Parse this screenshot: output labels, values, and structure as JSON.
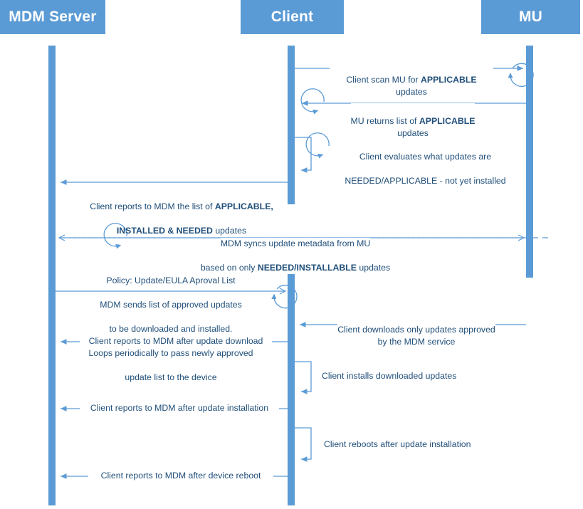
{
  "diagram": {
    "title": "MDM update management sequence",
    "colors": {
      "actor_fill": "#5B9BD5",
      "actor_text": "#FFFFFF",
      "line": "#5B9BD5",
      "message_text": "#1F4E79",
      "policy_text": "#FF0000"
    },
    "actors": [
      {
        "id": "mdm",
        "label": "MDM Server"
      },
      {
        "id": "client",
        "label": "Client"
      },
      {
        "id": "mu",
        "label": "MU"
      }
    ],
    "messages": [
      {
        "id": "m1",
        "from": "client",
        "to": "mu",
        "direction": "right",
        "style": "solid",
        "self_loop": true,
        "text_parts": [
          {
            "t": "Client scan MU for ",
            "bold": false
          },
          {
            "t": "APPLICABLE",
            "bold": true
          },
          {
            "t": " updates",
            "bold": false
          }
        ]
      },
      {
        "id": "m2",
        "from": "mu",
        "to": "client",
        "direction": "left",
        "style": "solid",
        "self_loop": true,
        "text_parts": [
          {
            "t": "MU returns list of ",
            "bold": false
          },
          {
            "t": "APPLICABLE",
            "bold": true
          },
          {
            "t": "\nupdates",
            "bold": false
          }
        ]
      },
      {
        "id": "m3",
        "from": "client",
        "to": "client",
        "direction": "self",
        "style": "solid",
        "self_loop": true,
        "text_parts": [
          {
            "t": "Client evaluates what updates are\nNEEDED/APPLICABLE - not yet installed",
            "bold": false
          }
        ]
      },
      {
        "id": "m4",
        "from": "client",
        "to": "mdm",
        "direction": "left",
        "style": "solid",
        "self_loop": false,
        "text_parts": [
          {
            "t": "Client reports to MDM the list of ",
            "bold": false
          },
          {
            "t": "APPLICABLE,\nINSTALLED & NEEDED",
            "bold": true
          },
          {
            "t": " updates",
            "bold": false
          }
        ]
      },
      {
        "id": "m5",
        "from": "mdm",
        "to": "mu",
        "direction": "both",
        "style": "dashed",
        "self_loop": true,
        "text_parts": [
          {
            "t": "MDM syncs update metadata from MU\nbased on only ",
            "bold": false
          },
          {
            "t": "NEEDED/INSTALLABLE",
            "bold": true
          },
          {
            "t": " updates",
            "bold": false
          }
        ]
      },
      {
        "id": "m6",
        "from": "mdm",
        "to": "client",
        "direction": "right",
        "style": "solid",
        "self_loop": true,
        "policy_label": "Policy: Update/EULA Aproval List",
        "text_parts": [
          {
            "t": "MDM sends list of approved updates\nto be downloaded and installed.\nLoops periodically to pass newly approved\nupdate list to the device",
            "bold": false
          }
        ]
      },
      {
        "id": "m7",
        "from": "mu",
        "to": "client",
        "direction": "left",
        "style": "solid",
        "self_loop": false,
        "text_parts": [
          {
            "t": "Client downloads only updates approved\nby the MDM service",
            "bold": false
          }
        ]
      },
      {
        "id": "m8",
        "from": "client",
        "to": "mdm",
        "direction": "left",
        "style": "solid",
        "self_loop": false,
        "text_parts": [
          {
            "t": "Client reports to MDM after update download",
            "bold": false
          }
        ]
      },
      {
        "id": "m9",
        "from": "client",
        "to": "client",
        "direction": "self",
        "style": "solid",
        "self_loop": false,
        "text_parts": [
          {
            "t": "Client installs downloaded updates",
            "bold": false
          }
        ]
      },
      {
        "id": "m10",
        "from": "client",
        "to": "mdm",
        "direction": "left",
        "style": "solid",
        "self_loop": false,
        "text_parts": [
          {
            "t": "Client reports to MDM after update installation",
            "bold": false
          }
        ]
      },
      {
        "id": "m11",
        "from": "client",
        "to": "client",
        "direction": "self",
        "style": "solid",
        "self_loop": false,
        "text_parts": [
          {
            "t": "Client reboots after update installation",
            "bold": false
          }
        ]
      },
      {
        "id": "m12",
        "from": "client",
        "to": "mdm",
        "direction": "left",
        "style": "solid",
        "self_loop": false,
        "text_parts": [
          {
            "t": "Client reports to MDM after device reboot",
            "bold": false
          }
        ]
      }
    ],
    "labels": {
      "actor_mdm": "MDM Server",
      "actor_client": "Client",
      "actor_mu": "MU",
      "m1": "Client scan MU for APPLICABLE updates",
      "m2_line1": "MU returns list of APPLICABLE",
      "m2_line2": "updates",
      "m3_line1": "Client evaluates what updates are",
      "m3_line2": "NEEDED/APPLICABLE - not yet installed",
      "m4_line1_a": "Client reports to MDM the list of ",
      "m4_line1_b": "APPLICABLE,",
      "m4_line2_a": "INSTALLED & NEEDED",
      "m4_line2_b": " updates",
      "m5_line1": "MDM syncs update metadata from MU",
      "m5_line2_a": "based on only ",
      "m5_line2_b": "NEEDED/INSTALLABLE",
      "m5_line2_c": " updates",
      "m6_policy": "Policy: Update/EULA Aproval List",
      "m6_line1": "MDM sends list of approved updates",
      "m6_line2": "to be downloaded and installed.",
      "m6_line3": "Loops periodically to pass newly approved",
      "m6_line4": "update list to the device",
      "m7_line1": "Client downloads only updates approved",
      "m7_line2": "by the MDM service",
      "m8": "Client reports to MDM after update download",
      "m9": "Client installs downloaded updates",
      "m10": "Client reports to MDM after update installation",
      "m11": "Client reboots after update installation",
      "m12": "Client reports to MDM after device reboot",
      "m1_pre": "Client scan MU for ",
      "m1_bold": "APPLICABLE",
      "m1_post": " updates",
      "m2_pre": "MU returns list of ",
      "m2_bold": "APPLICABLE"
    }
  }
}
